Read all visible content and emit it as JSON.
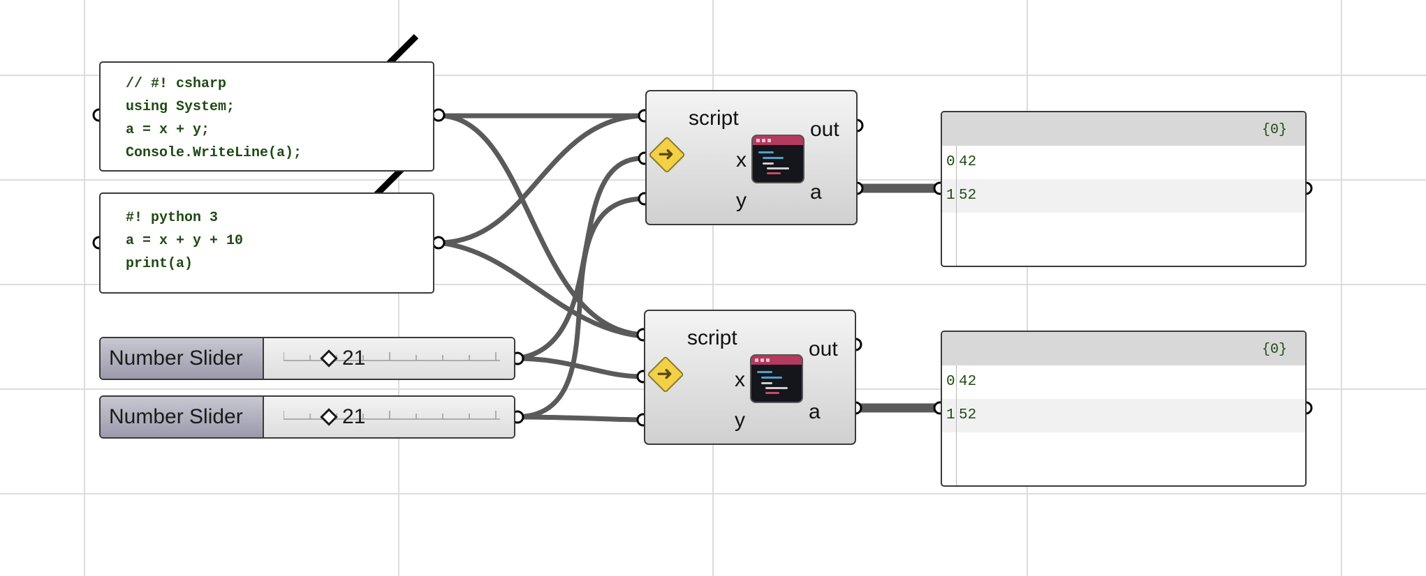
{
  "code_panels": [
    {
      "lines": [
        "// #! csharp",
        "using System;",
        "a = x + y;",
        "Console.WriteLine(a);"
      ]
    },
    {
      "lines": [
        "#! python 3",
        "a = x + y + 10",
        "print(a)"
      ]
    }
  ],
  "sliders": [
    {
      "label": "Number Slider",
      "value": "21"
    },
    {
      "label": "Number Slider",
      "value": "21"
    }
  ],
  "components": [
    {
      "title": "script",
      "inputs": [
        "x",
        "y"
      ],
      "outputs": [
        "out",
        "a"
      ],
      "icon": "script-editor-icon"
    },
    {
      "title": "script",
      "inputs": [
        "x",
        "y"
      ],
      "outputs": [
        "out",
        "a"
      ],
      "icon": "script-editor-icon"
    }
  ],
  "outputs": [
    {
      "path": "{0}",
      "rows": [
        {
          "index": "0",
          "value": "42"
        },
        {
          "index": "1",
          "value": "52"
        }
      ]
    },
    {
      "path": "{0}",
      "rows": [
        {
          "index": "0",
          "value": "42"
        },
        {
          "index": "1",
          "value": "52"
        }
      ]
    }
  ],
  "colors": {
    "code_text": "#1f4a14",
    "wire": "#555555",
    "run_indicator": "#f3d046",
    "icon_titlebar": "#b43a5e"
  }
}
